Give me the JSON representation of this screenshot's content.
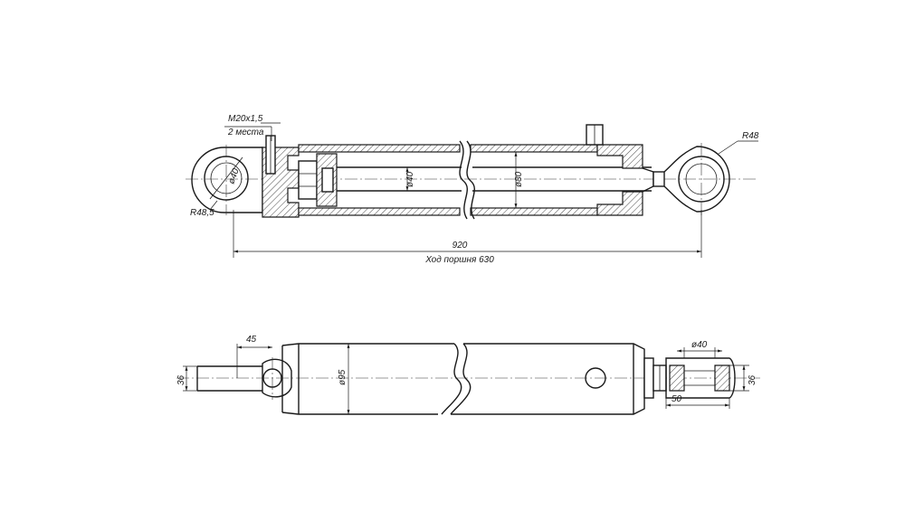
{
  "top_view": {
    "thread_label": "M20x1,5",
    "thread_count": "2 места",
    "eye_bore_left": "ø40",
    "radius_left": "R48,5",
    "rod_dia": "ø40",
    "bore_dia": "ø80",
    "radius_right": "R48",
    "total_length": "920",
    "stroke": "Ход поршня 630"
  },
  "bottom_view": {
    "pin_offset": "45",
    "pin_height_left": "36",
    "body_dia": "ø95",
    "eye_bore_right": "ø40",
    "eye_width": "50",
    "pin_height_right": "36"
  }
}
